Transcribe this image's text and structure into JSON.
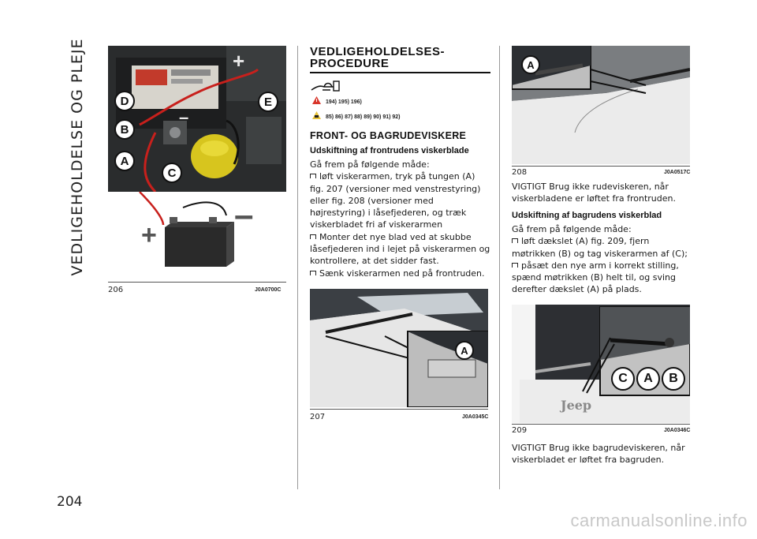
{
  "sidebar": {
    "title": "VEDLIGEHOLDELSE OG PLEJE"
  },
  "page_number": "204",
  "figures": {
    "f206": {
      "number": "206",
      "code": "J0A0700C",
      "labels": [
        "D",
        "E",
        "B",
        "A",
        "C"
      ],
      "plus": "+",
      "minus": "–"
    },
    "f207": {
      "number": "207",
      "code": "J0A0345C",
      "labels": [
        "A"
      ]
    },
    "f208": {
      "number": "208",
      "code": "J0A0517C",
      "labels": [
        "A"
      ]
    },
    "f209": {
      "number": "209",
      "code": "J0A0346C",
      "labels": [
        "C",
        "A",
        "B"
      ],
      "badge": "Jeep"
    }
  },
  "section": {
    "title_line1": "VEDLIGEHOLDELSES-",
    "title_line2": "PROCEDURE",
    "warning_refs": "194) 195) 196)",
    "caution_refs": "85) 86) 87) 88) 89) 90) 91) 92)"
  },
  "wipers": {
    "heading": "FRONT- OG BAGRUDEVISKERE",
    "front": {
      "heading": "Udskiftning af frontrudens viskerblade",
      "intro": "Gå frem på følgende måde:",
      "steps": [
        [
          "løft viskerarmen, tryk på tungen (A)",
          "fig. 207 (versioner med venstrestyring)",
          "eller fig. 208 (versioner med",
          "højrestyring) i låsefjederen, og træk",
          "viskerbladet fri af viskerarmen"
        ],
        [
          "Monter det nye blad ved at skubbe",
          "låsefjederen ind i lejet på viskerarmen og",
          "kontrollere, at det sidder fast."
        ],
        [
          "Sænk viskerarmen ned på frontruden."
        ]
      ],
      "important": [
        "VIGTIGT Brug ikke rudeviskeren, når",
        "viskerbladene er løftet fra frontruden."
      ]
    },
    "rear": {
      "heading": "Udskiftning af bagrudens viskerblad",
      "intro": "Gå frem på følgende måde:",
      "steps": [
        [
          "løft dækslet (A) fig. 209, fjern",
          "møtrikken (B) og tag viskerarmen af (C);"
        ],
        [
          "påsæt den nye arm i korrekt stilling,",
          "spænd møtrikken (B) helt til, og sving",
          "derefter dækslet (A) på plads."
        ]
      ],
      "important": [
        "VIGTIGT Brug ikke bagrudeviskeren, når",
        "viskerbladet er løftet fra bagruden."
      ]
    }
  },
  "watermark": "carmanualsonline.info",
  "colors": {
    "text": "#1a1a1a",
    "warning": "#d8362b",
    "caution": "#e8c33a"
  }
}
